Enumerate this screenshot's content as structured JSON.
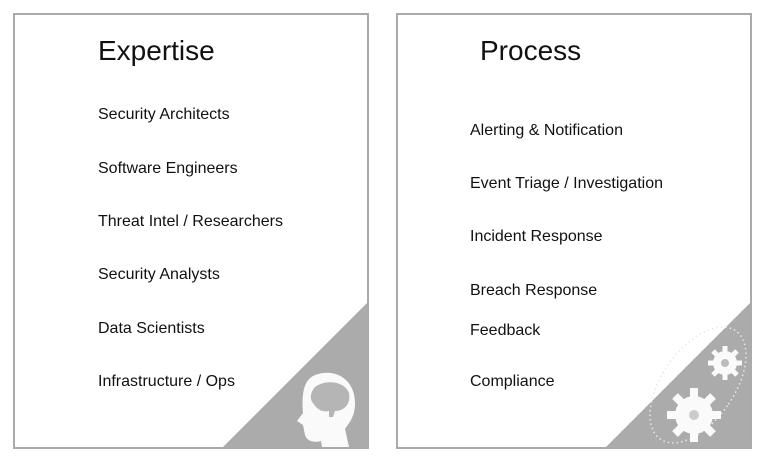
{
  "expertise": {
    "title": "Expertise",
    "items": [
      "Security Architects",
      "Software Engineers",
      "Threat Intel / Researchers",
      "Security Analysts",
      "Data Scientists",
      "Infrastructure / Ops"
    ],
    "icon": "head-brain-icon"
  },
  "process": {
    "title": "Process",
    "items": [
      "Alerting & Notification",
      "Event Triage / Investigation",
      "Incident Response",
      "Breach Response",
      "Feedback",
      "Compliance"
    ],
    "icon": "gears-icon"
  },
  "colors": {
    "border": "#aaaaaa",
    "corner": "#ababab",
    "icon": "#ffffff"
  }
}
